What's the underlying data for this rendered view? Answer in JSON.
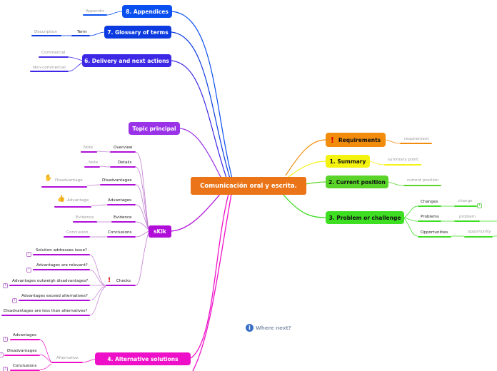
{
  "central": {
    "title": "Comunicación oral y escrita."
  },
  "left_top": {
    "appendices": {
      "title": "8. Appendices",
      "child": "Appendix"
    },
    "glossary": {
      "title": "7. Glossary of terms",
      "child": "Term",
      "grandchild": "Description"
    },
    "delivery": {
      "title": "6. Delivery and next actions",
      "children": [
        "Commercial",
        "Non-commercial"
      ]
    },
    "topic": {
      "title": "Topic principal"
    }
  },
  "skik": {
    "title": "sKik",
    "items": [
      {
        "label": "Overview",
        "child": "Note"
      },
      {
        "label": "Details",
        "child": "Note"
      },
      {
        "label": "Disadvantages",
        "child": "Disadvantage"
      },
      {
        "label": "Advantages",
        "child": "Advantage"
      },
      {
        "label": "Evidence",
        "child": "Evidence"
      },
      {
        "label": "Conclusions",
        "child": "Conclusion"
      }
    ],
    "checks": {
      "label": "Checks",
      "items": [
        "Solution addresses issue?",
        "Advantages are relevant?",
        "Advantages outweigh disadvantages?",
        "Advantages exceed alternatives?",
        "Disadvantages are less than alternatives?"
      ]
    }
  },
  "alternatives": {
    "title": "4. Alternative solutions",
    "alternative": "Alternative",
    "children": [
      "Advantages",
      "Disadvantages",
      "Conclusions"
    ]
  },
  "right": {
    "requirements": {
      "title": "Requirements",
      "child": "requirement"
    },
    "summary": {
      "title": "1. Summary",
      "child": "summary point"
    },
    "position": {
      "title": "2. Current position",
      "child": "current position"
    },
    "problem": {
      "title": "3. Problem or challenge",
      "items": [
        {
          "label": "Changes",
          "child": "change"
        },
        {
          "label": "Problems",
          "child": "problem"
        },
        {
          "label": "Opportunities",
          "child": "opportunity"
        }
      ]
    }
  },
  "footer": {
    "where_next": "Where next?"
  },
  "colors": {
    "central": "#ec7418",
    "blue": "#0a4ff0",
    "indigo": "#3d28e6",
    "purple": "#9a32e8",
    "violet": "#b00ed8",
    "magenta": "#ee10c8",
    "orange": "#f28c0c",
    "yellow": "#f4f20f",
    "green": "#5bd42a"
  }
}
